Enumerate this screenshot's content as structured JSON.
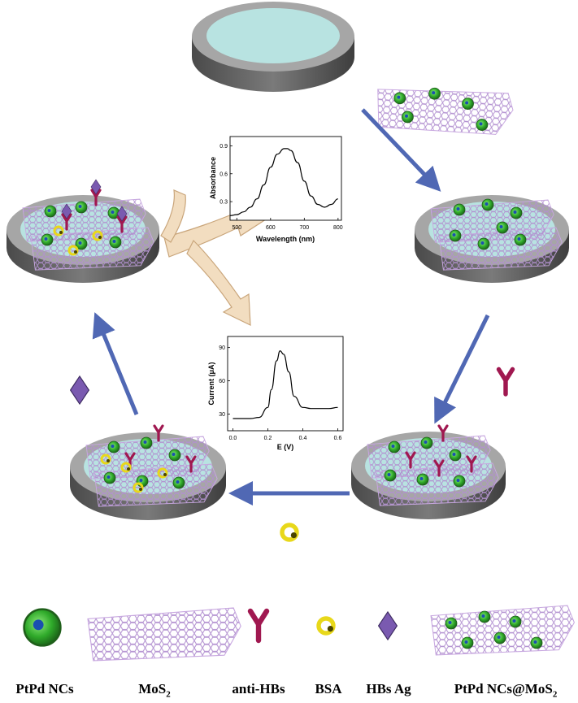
{
  "chart_data": [
    {
      "type": "line",
      "xlabel": "Wavelength (nm)",
      "ylabel": "Absorbance",
      "xticks": [
        "500",
        "600",
        "700",
        "800"
      ],
      "yticks": [
        "0.3",
        "0.6",
        "0.9"
      ],
      "xlim": [
        480,
        810
      ],
      "ylim": [
        0.1,
        1.0
      ],
      "x": [
        480,
        500,
        520,
        540,
        560,
        580,
        600,
        620,
        640,
        650,
        660,
        680,
        700,
        720,
        740,
        760,
        780,
        800
      ],
      "values": [
        0.15,
        0.16,
        0.19,
        0.24,
        0.33,
        0.48,
        0.67,
        0.81,
        0.87,
        0.87,
        0.85,
        0.72,
        0.52,
        0.36,
        0.27,
        0.24,
        0.27,
        0.33
      ]
    },
    {
      "type": "line",
      "xlabel": "E (V)",
      "ylabel": "Current (μA)",
      "xticks": [
        "0.0",
        "0.2",
        "0.4",
        "0.6"
      ],
      "yticks": [
        "30",
        "60",
        "90"
      ],
      "xlim": [
        -0.03,
        0.63
      ],
      "ylim": [
        15,
        100
      ],
      "x": [
        0.0,
        0.05,
        0.1,
        0.15,
        0.2,
        0.22,
        0.25,
        0.27,
        0.29,
        0.32,
        0.35,
        0.4,
        0.45,
        0.5,
        0.55,
        0.6
      ],
      "values": [
        26,
        26,
        26,
        27,
        36,
        52,
        78,
        87,
        84,
        68,
        46,
        36,
        35,
        35,
        35,
        36
      ]
    }
  ],
  "legend": [
    {
      "base": "PtPd NCs",
      "sub": ""
    },
    {
      "base": "MoS",
      "sub": "2"
    },
    {
      "base": "anti-HBs",
      "sub": ""
    },
    {
      "base": "BSA",
      "sub": ""
    },
    {
      "base": "HBs Ag",
      "sub": ""
    },
    {
      "base": "PtPd NCs@MoS",
      "sub": "2"
    }
  ],
  "colors": {
    "arrow": "#5068b4",
    "electrode_top": "#b8e3e1",
    "electrode_rim": "#9c9c9c",
    "sheet": "#b290d0",
    "nanocluster": "#38b030",
    "antibody": "#a01850",
    "bsa": "#f0e020",
    "antigen": "#7a5ab0",
    "curved_arrow": "#f2ddc0"
  }
}
